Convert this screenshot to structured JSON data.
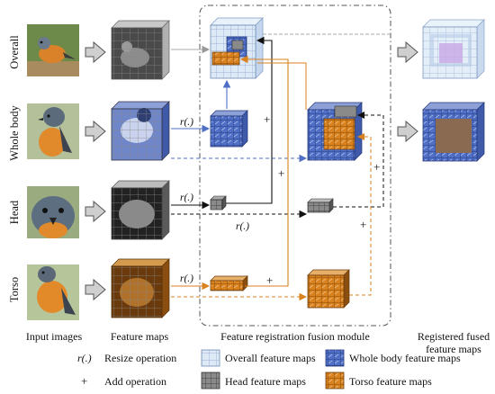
{
  "rows": [
    {
      "id": "overall",
      "label": "Overall"
    },
    {
      "id": "whole",
      "label": "Whole body"
    },
    {
      "id": "head",
      "label": "Head"
    },
    {
      "id": "torso",
      "label": "Torso"
    }
  ],
  "columns": {
    "input": "Input images",
    "features": "Feature maps",
    "module": "Feature registration fusion module",
    "output_line1": "Registered fused",
    "output_line2": "feature maps"
  },
  "operators": {
    "resize": "r(.)",
    "add": "+"
  },
  "legend": {
    "resize_symbol": "r(.)",
    "resize_label": "Resize operation",
    "add_symbol": "+",
    "add_label": "Add operation",
    "overall": "Overall feature maps",
    "whole": "Whole body feature maps",
    "head": "Head feature maps",
    "torso": "Torso feature maps"
  },
  "colors": {
    "overall": "#d7e6f7",
    "whole": "#4f6fc4",
    "head": "#7a7a7a",
    "torso": "#d9821e",
    "fused_center": "#c9a9e6",
    "fused_torso": "#8b6a52"
  }
}
